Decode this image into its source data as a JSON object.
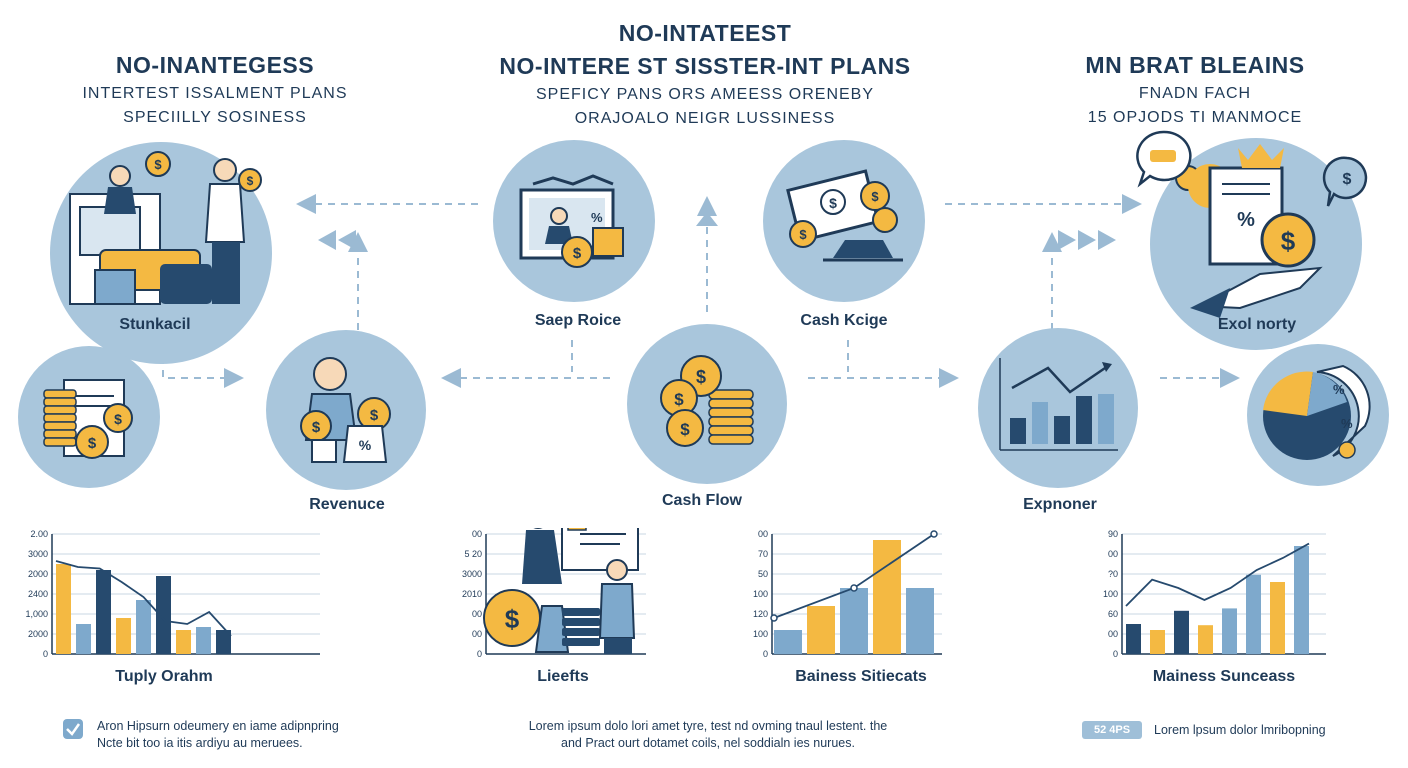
{
  "headers": {
    "left": {
      "line1": "NO-INANTEGESS",
      "line2": "INTERTEST ISSALMENT PLANS",
      "line3": "SPECIILLY SOSINESS"
    },
    "center": {
      "line0": "NO-INTATEEST",
      "line1": "NO-INTERE ST SISSTER-INT PLANS",
      "line2": "SPEFICY PANS ORS AMEESS ORENEBY",
      "line3": "ORAJOALO NEIGR LUSSINESS"
    },
    "right": {
      "line1": "MN BRAT BLEAINS",
      "line2": "FNADN FACH",
      "line3": "15 OPJODS TI MANMOCE"
    }
  },
  "nodes": {
    "stunkacil": "Stunkacil",
    "saep_roice": "Saep Roice",
    "cash_kcige": "Cash Kcige",
    "exol_norty": "Exol norty",
    "revenuce": "Revenuce",
    "cash_flow": "Cash Flow",
    "expnoner": "Expnoner"
  },
  "colors": {
    "navy": "#1f3a57",
    "circle": "#a9c6dc",
    "gold": "#f4b942",
    "mid_blue": "#7ea9cc",
    "dark_blue": "#264a6e",
    "arrow": "#9bbad3"
  },
  "chart_data": [
    {
      "type": "bar",
      "title": "Tuply Orahm",
      "yticks": [
        "2.00",
        "3000",
        "2000",
        "2400",
        "1,000",
        "2000",
        "0"
      ],
      "values": [
        3000,
        1000,
        2800,
        1200,
        1800,
        2600,
        800,
        900,
        800
      ],
      "colors": [
        "gold",
        "mid_blue",
        "dark_blue",
        "gold",
        "mid_blue",
        "dark_blue",
        "gold",
        "mid_blue",
        "dark_blue"
      ],
      "line": [
        3100,
        2900,
        2850,
        2400,
        1900,
        1100,
        1000,
        1400,
        600
      ],
      "ylim": [
        0,
        4000
      ]
    },
    {
      "type": "bar",
      "title": "Lieefts",
      "yticks": [
        "00",
        "5 20",
        "3000",
        "2010",
        "00",
        "00",
        "0"
      ],
      "values": [],
      "ylim": [
        0,
        100
      ]
    },
    {
      "type": "bar",
      "title": "Bainess Sitiecats",
      "yticks": [
        "00",
        "70",
        "50",
        "100",
        "120",
        "100",
        "0"
      ],
      "values": [
        20,
        40,
        55,
        95,
        55
      ],
      "colors": [
        "mid_blue",
        "gold",
        "mid_blue",
        "gold",
        "mid_blue"
      ],
      "line": [
        30,
        55,
        100
      ],
      "ylim": [
        0,
        100
      ]
    },
    {
      "type": "bar",
      "title": "Mainess Sunceass",
      "yticks": [
        "90",
        "00",
        "?0",
        "100",
        "60",
        "00",
        "0"
      ],
      "values": [
        25,
        20,
        36,
        24,
        38,
        66,
        60,
        90
      ],
      "colors": [
        "dark_blue",
        "gold",
        "dark_blue",
        "gold",
        "mid_blue",
        "mid_blue",
        "gold",
        "mid_blue"
      ],
      "line": [
        40,
        62,
        55,
        45,
        55,
        70,
        80,
        92
      ],
      "ylim": [
        0,
        100
      ]
    }
  ],
  "footer": {
    "left_line1": "Aron Hipsurn odeumery en iame adipnpring",
    "left_line2": "Ncte bit too ia itis ardiyu au meruees.",
    "center_line1": "Lorem ipsum dolo lori amet tyre, test nd ovming tnaul lestent. the",
    "center_line2": "and Pract ourt dotamet coils, nel soddialn ies nurues.",
    "badge": "52 4PS",
    "right_text": "Lorem lpsum dolor lmribopning"
  }
}
